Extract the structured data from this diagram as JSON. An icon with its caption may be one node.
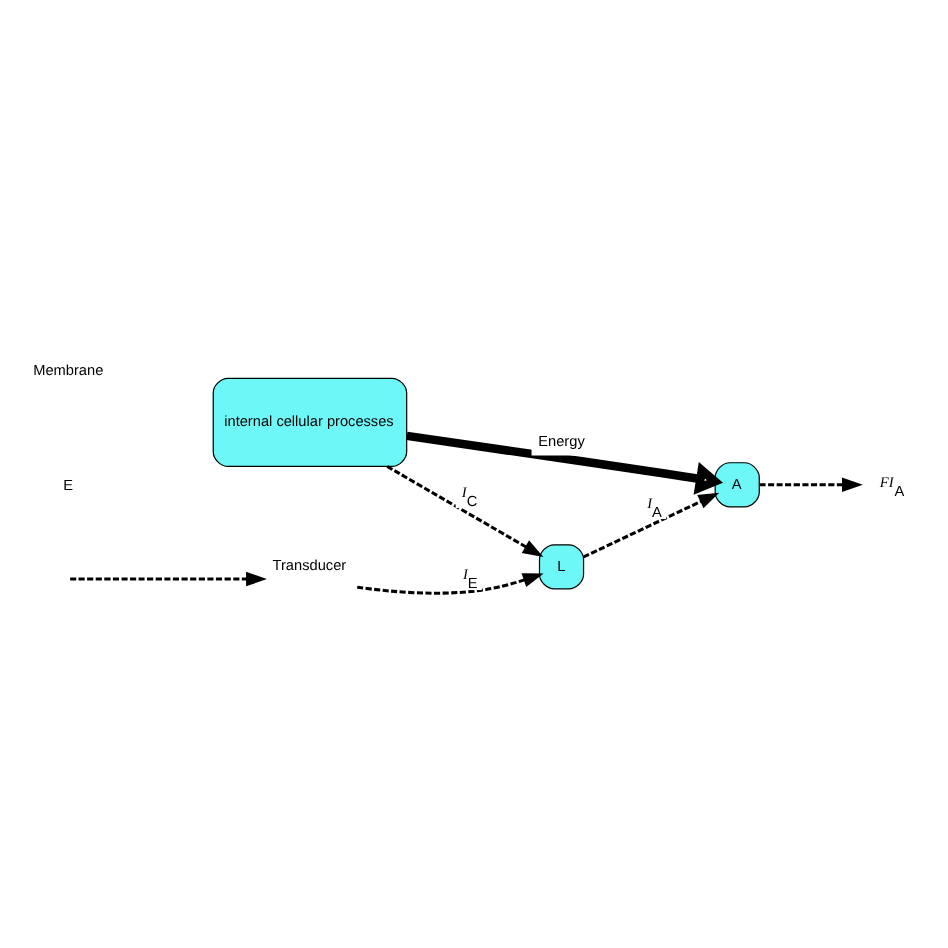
{
  "diagram": {
    "nodes": [
      {
        "text": [
          "internal cellular processes"
        ]
      },
      {
        "text": [
          "L"
        ]
      },
      {
        "text": [
          "A"
        ]
      },
      {
        "text": [
          "Transducer"
        ]
      },
      {
        "text": [
          "*FI*$_{A}$"
        ]
      }
    ],
    "edges": [
      {
        "from": null,
        "to": 3,
        "arrow": "to",
        "style": "dashed"
      },
      {
        "from": 3,
        "to": 1,
        "arrow": "to",
        "label": "*I*$_{E}$",
        "style": "dashed"
      },
      {
        "from": 0,
        "to": 1,
        "arrow": "to",
        "label": "*I*$_{C}$",
        "style": "dashed"
      },
      {
        "from": 1,
        "to": 2,
        "arrow": "to",
        "label": "*I*$_{A}$",
        "style": "dashed"
      },
      {
        "from": 0,
        "to": 2,
        "arrow": "to",
        "label": "Energy",
        "style": "thick"
      },
      {
        "from": 2,
        "to": 4,
        "arrow": "to",
        "style": "dashed"
      }
    ],
    "labels": [
      "E",
      "Membrane"
    ]
  }
}
